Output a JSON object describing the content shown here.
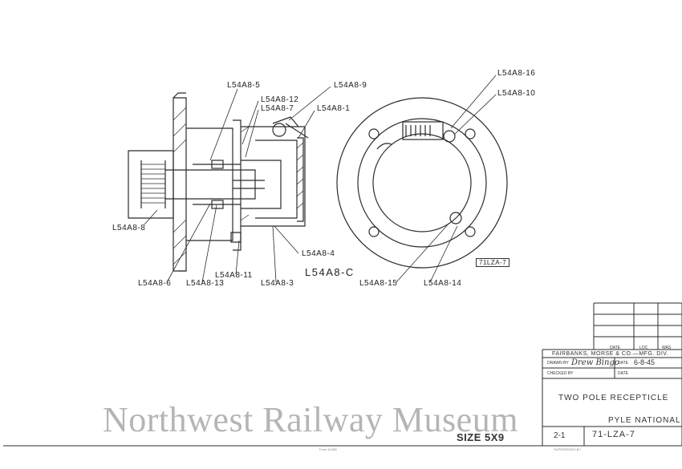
{
  "labels": {
    "l5": "L54A8-5",
    "l9": "L54A8-9",
    "l12": "L54A8-12",
    "l7": "L54A8-7",
    "l1": "L54A8-1",
    "l8": "L54A8-8",
    "l4": "L54A8-4",
    "l11": "L54A8-11",
    "l6": "L54A8-6",
    "l13": "L54A8-13",
    "l3": "L54A8-3",
    "lc": "L54A8-C",
    "l16": "L54A8-16",
    "l10": "L54A8-10",
    "l15": "L54A8-15",
    "l14": "L54A8-14",
    "drawing_tag": "71LZA-7"
  },
  "title_block": {
    "company": "FAIRBANKS, MORSE & CO.—MFG. DIV.",
    "drawn_by_label": "DRAWN BY",
    "drawn_by": "Drew Bingo",
    "checked_by_label": "CHECKED BY",
    "date_label": "DATE",
    "date": "6-8-45",
    "title": "TWO POLE RECEPTICLE",
    "customer": "PYLE NATIONAL",
    "size": "SIZE 5X9",
    "sheet": "2-1",
    "drawing_number": "71-LZA-7",
    "revision_header_date": "DATE",
    "revision_header_loc": "LOC",
    "revision_header_was": "WAS",
    "form_label": "Form M-585",
    "superseded_label": "SUPERSEDED BY"
  },
  "watermark": "Northwest Railway Museum"
}
